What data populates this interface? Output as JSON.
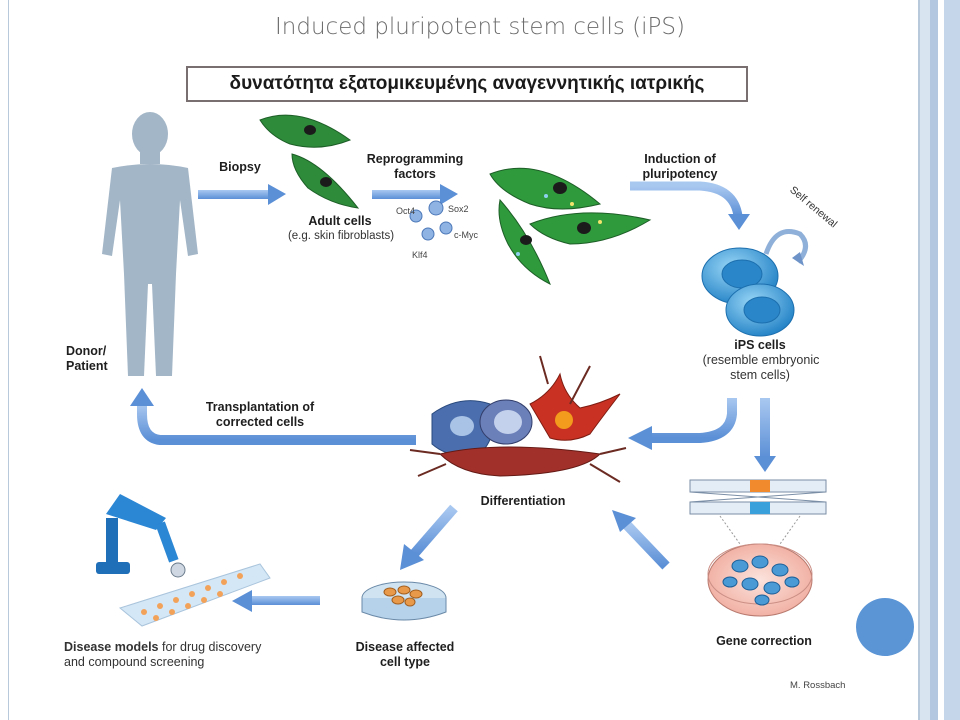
{
  "slide": {
    "title": "Induced pluripotent stem cells (iPS)",
    "subtitle": "δυνατότητα εξατομικευμένης αναγεννητικής ιατρικής"
  },
  "diagram": {
    "donor_label_1": "Donor/",
    "donor_label_2": "Patient",
    "biopsy": "Biopsy",
    "adult_cells_1": "Adult cells",
    "adult_cells_2": "(e.g. skin fibroblasts)",
    "reprogramming_1": "Reprogramming",
    "reprogramming_2": "factors",
    "factor_oct4": "Oct4",
    "factor_sox2": "Sox2",
    "factor_cmyc": "c-Myc",
    "factor_klf4": "Klf4",
    "induction_1": "Induction of",
    "induction_2": "pluripotency",
    "self_renewal": "Self renewal",
    "ips_1": "iPS cells",
    "ips_2": "(resemble embryonic",
    "ips_3": "stem cells)",
    "transplantation_1": "Transplantation of",
    "transplantation_2": "corrected cells",
    "differentiation": "Differentiation",
    "gene_correction": "Gene correction",
    "disease_affected_1": "Disease affected",
    "disease_affected_2": "cell type",
    "disease_models_bold": "Disease models",
    "disease_models_rest": " for drug discovery",
    "disease_models_2": "and compound screening",
    "credit": "M. Rossbach"
  },
  "colors": {
    "arrow": "#6f9fe0",
    "silhouette": "#9fb3c4",
    "fibroblast": "#2e8b3a",
    "ips_cell": "#3aa0dc",
    "frame": "#b9c9dc",
    "accent_circle": "#5b95d6"
  }
}
